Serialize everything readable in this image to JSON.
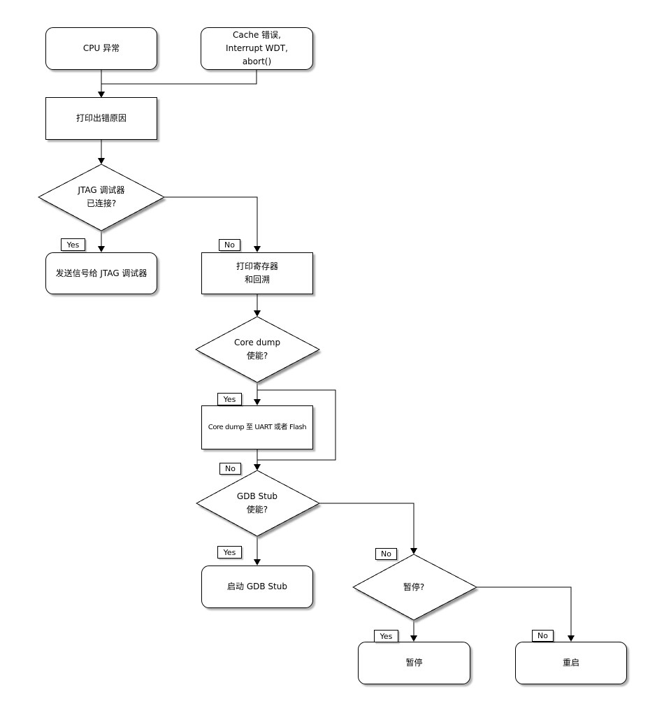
{
  "flowchart": {
    "description": "Panic handler flowchart (CPU exception handling)",
    "colors": {
      "stroke": "#000000",
      "fill": "#ffffff",
      "background": "#ffffff",
      "shadow": "#aaaaaa"
    },
    "nodes": {
      "cpu_exception": {
        "shape": "rounded-rect",
        "label": "CPU 异常"
      },
      "cache_error": {
        "shape": "rounded-rect",
        "label": "Cache 错误,\nInterrupt WDT,\nabort()"
      },
      "print_reason": {
        "shape": "rect",
        "label": "打印出错原因"
      },
      "jtag_connected": {
        "shape": "diamond",
        "label": "JTAG 调试器\n已连接?"
      },
      "send_signal_jtag": {
        "shape": "rounded-rect",
        "label": "发送信号给 JTAG 调试器"
      },
      "print_registers": {
        "shape": "rect",
        "label": "打印寄存器\n和回溯"
      },
      "coredump_enabled": {
        "shape": "diamond",
        "label": "Core dump\n使能?"
      },
      "coredump_to_uart": {
        "shape": "rect",
        "label": "Core dump 至 UART 或者 Flash"
      },
      "gdbstub_enabled": {
        "shape": "diamond",
        "label": "GDB Stub\n使能?"
      },
      "start_gdbstub": {
        "shape": "rounded-rect",
        "label": "启动 GDB Stub"
      },
      "halt_question": {
        "shape": "diamond",
        "label": "暂停?"
      },
      "halt": {
        "shape": "rounded-rect",
        "label": "暂停"
      },
      "reboot": {
        "shape": "rounded-rect",
        "label": "重启"
      }
    },
    "edge_labels": {
      "jtag_yes": "Yes",
      "jtag_no": "No",
      "coredump_yes": "Yes",
      "coredump_no": "No",
      "gdbstub_yes": "Yes",
      "gdbstub_no": "No",
      "halt_yes": "Yes",
      "halt_no": "No"
    },
    "edges": [
      {
        "from": "cpu_exception",
        "to": "print_reason",
        "label": ""
      },
      {
        "from": "cache_error",
        "to": "print_reason",
        "label": ""
      },
      {
        "from": "print_reason",
        "to": "jtag_connected",
        "label": ""
      },
      {
        "from": "jtag_connected",
        "to": "send_signal_jtag",
        "label": "Yes"
      },
      {
        "from": "jtag_connected",
        "to": "print_registers",
        "label": "No"
      },
      {
        "from": "print_registers",
        "to": "coredump_enabled",
        "label": ""
      },
      {
        "from": "coredump_enabled",
        "to": "coredump_to_uart",
        "label": "Yes"
      },
      {
        "from": "coredump_enabled",
        "to": "gdbstub_enabled",
        "label": "No"
      },
      {
        "from": "coredump_to_uart",
        "to": "gdbstub_enabled",
        "label": ""
      },
      {
        "from": "gdbstub_enabled",
        "to": "start_gdbstub",
        "label": "Yes"
      },
      {
        "from": "gdbstub_enabled",
        "to": "halt_question",
        "label": "No"
      },
      {
        "from": "halt_question",
        "to": "halt",
        "label": "Yes"
      },
      {
        "from": "halt_question",
        "to": "reboot",
        "label": "No"
      }
    ]
  }
}
